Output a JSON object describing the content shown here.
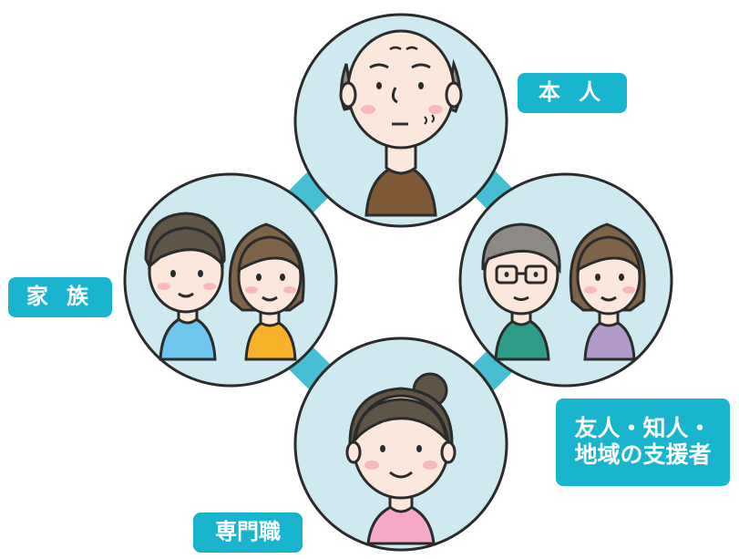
{
  "colors": {
    "accent": "#19b5cf",
    "ring": "#47bfd2",
    "circle_fill": "#cfe9f1",
    "outline": "#2b2b2b",
    "skin": "#fce7dc",
    "cheek": "#f7b9bd",
    "hair_dark": "#5e5547",
    "hair_brown": "#7d6347",
    "hair_grey": "#8d8a86",
    "shirt_brown": "#7f5836",
    "shirt_blue": "#6fc6ec",
    "shirt_orange": "#f8b22a",
    "shirt_green": "#2e9d87",
    "shirt_purple": "#b29bcc",
    "shirt_pink": "#f6a9c8"
  },
  "labels": {
    "self": "本 人",
    "family": "家 族",
    "friends_line1": "友人・知人・",
    "friends_line2": "地域の支援者",
    "professional": "専門職"
  },
  "icons": [
    "elderly-man-icon",
    "family-man-icon",
    "family-woman-icon",
    "friend-man-with-glasses-icon",
    "friend-woman-icon",
    "professional-woman-icon"
  ]
}
